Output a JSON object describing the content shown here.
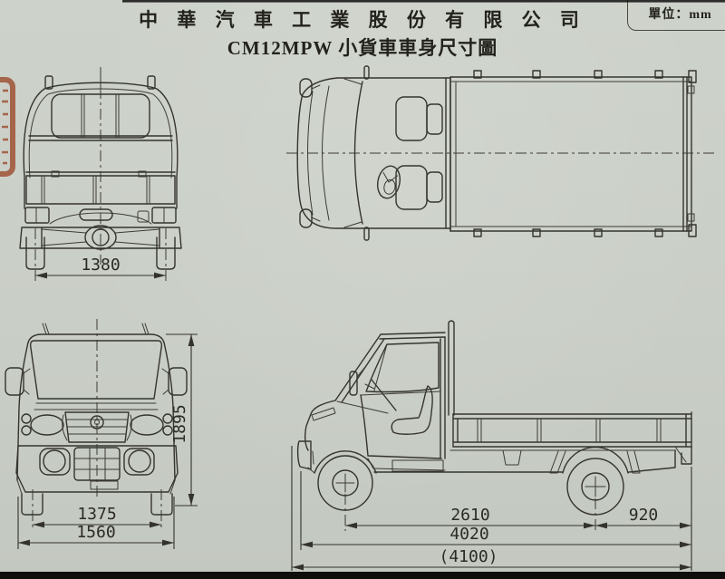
{
  "header": {
    "company": "中 華 汽 車 工 業 股 份 有 限 公 司",
    "drawing_title": "CM12MPW 小貨車車身尺寸圖",
    "unit": "單位：mm"
  },
  "dimensions": {
    "rear_view": {
      "track": "1380"
    },
    "front_view": {
      "overall_height": "1895",
      "track": "1375",
      "overall_width": "1560"
    },
    "side_view": {
      "wheelbase": "2610",
      "rear_overhang": "920",
      "length": "4020",
      "overall_length": "(4100)"
    }
  },
  "colors": {
    "paper": "#c9cec6",
    "ink": "#35342e",
    "stamp_red": "#9b4a2c",
    "scan_edge": "#0e0e0c"
  }
}
